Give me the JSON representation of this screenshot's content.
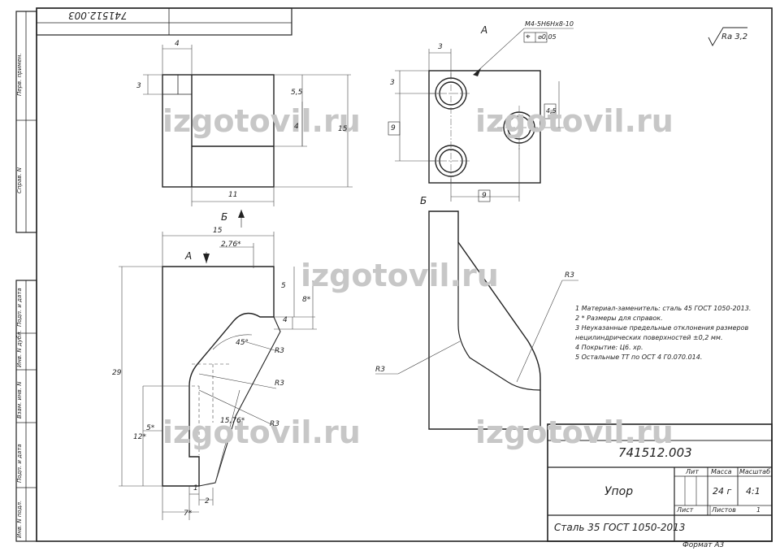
{
  "left_strip_labels": [
    "Перв. примен.",
    "Справ. N",
    "Подп. и дата",
    "Инв. N дубл.",
    "Взам. инв. N",
    "Подп. и дата",
    "Инв. N подл."
  ],
  "top_stamp": "741512.003",
  "roughness": "Ra 3,2",
  "view_a_top": "А",
  "view_b_title": "Б",
  "view_b_arrow_label": "Б",
  "view_a_arrow_label": "А",
  "thread_callout": "M4-5H6Hx8-10",
  "position_symbol": "⌖",
  "position_tol": "⌀0,05",
  "watermark": "izgotovil.ru",
  "dims_front": [
    "4",
    "3",
    "5,5",
    "4",
    "15",
    "11"
  ],
  "dims_top_view": [
    "3",
    "3",
    "9",
    "4,5",
    "9"
  ],
  "dims_main": [
    "15",
    "2,76*",
    "5",
    "8*",
    "4",
    "45°",
    "R3",
    "R3",
    "R3",
    "29",
    "12*",
    "5*",
    "15,76*",
    "1",
    "2",
    "7*"
  ],
  "dims_side": [
    "R3",
    "R3"
  ],
  "notes": [
    "1 Материал-заменитель: сталь 45 ГОСТ 1050-2013.",
    "2 * Размеры для справок.",
    "3 Неуказанные предельные отклонения размеров",
    "нецилиндрических поверхностей ±0,2 мм.",
    "4 Покрытие: Ц6. хр.",
    "5 Остальные ТТ по ОСТ 4 Г0.070.014."
  ],
  "title_block": {
    "designation": "741512.003",
    "name": "Упор",
    "material": "Сталь 35 ГОСТ 1050-2013",
    "lit_label": "Лит",
    "mass_label": "Масса",
    "scale_label": "Масштаб",
    "mass_value": "24 г",
    "scale_value": "4:1",
    "sheet_label": "Лист",
    "sheets_label": "Листов",
    "sheets_value": "1",
    "format": "Формат А3"
  }
}
